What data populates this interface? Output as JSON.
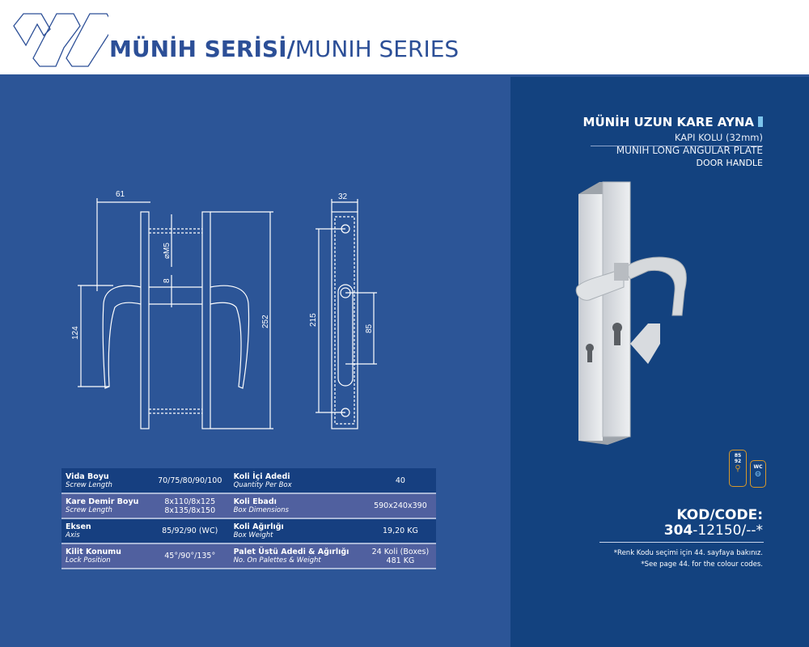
{
  "header": {
    "title_bold": "MÜNİH SERİSİ/",
    "title_light": "MUNIH SERIES"
  },
  "drawing": {
    "dim_width": "61",
    "dim_screw": "⌀M5",
    "dim_square": "8",
    "dim_handle": "124",
    "dim_height": "252",
    "dim_thickness": "32",
    "dim_screw_spacing": "215",
    "dim_axis": "85"
  },
  "specs": [
    {
      "k1": "Vida Boyu",
      "k1en": "Screw Length",
      "v1": [
        "70/75/80/90/100"
      ],
      "k2": "Koli İçi Adedi",
      "k2en": "Quantity Per Box",
      "v2": [
        "40"
      ]
    },
    {
      "k1": "Kare Demir Boyu",
      "k1en": "Screw Length",
      "v1": [
        "8x110/8x125",
        "8x135/8x150"
      ],
      "k2": "Koli Ebadı",
      "k2en": "Box Dimensions",
      "v2": [
        "590x240x390"
      ]
    },
    {
      "k1": "Eksen",
      "k1en": "Axis",
      "v1": [
        "85/92/90 (WC)"
      ],
      "k2": "Koli Ağırlığı",
      "k2en": "Box Weight",
      "v2": [
        "19,20 KG"
      ]
    },
    {
      "k1": "Kilit Konumu",
      "k1en": "Lock Position",
      "v1": [
        "45°/90°/135°"
      ],
      "k2": "Palet Üstü Adedi & Ağırlığı",
      "k2en": "No. On Palettes & Weight",
      "v2": [
        "24 Koli (Boxes)",
        "481 KG"
      ]
    }
  ],
  "product": {
    "name": "MÜNİH UZUN KARE AYNA",
    "sub": "KAPI KOLU (32mm)",
    "name_en": "MUNIH LONG ANGULAR PLATE",
    "sub_en": "DOOR HANDLE",
    "badge1": [
      "85",
      "92"
    ],
    "badge2": "WC",
    "code_label": "KOD/CODE:",
    "code_bold": "304",
    "code_rest": "-12150/--*",
    "note_tr": "*Renk Kodu seçimi için 44. sayfaya bakınız.",
    "note_en": "*See page 44. for the colour codes."
  },
  "colors": {
    "brand": "#2c5597",
    "right_panel": "#13427f",
    "accent": "#7cc4ec",
    "badge": "#d7982a"
  }
}
